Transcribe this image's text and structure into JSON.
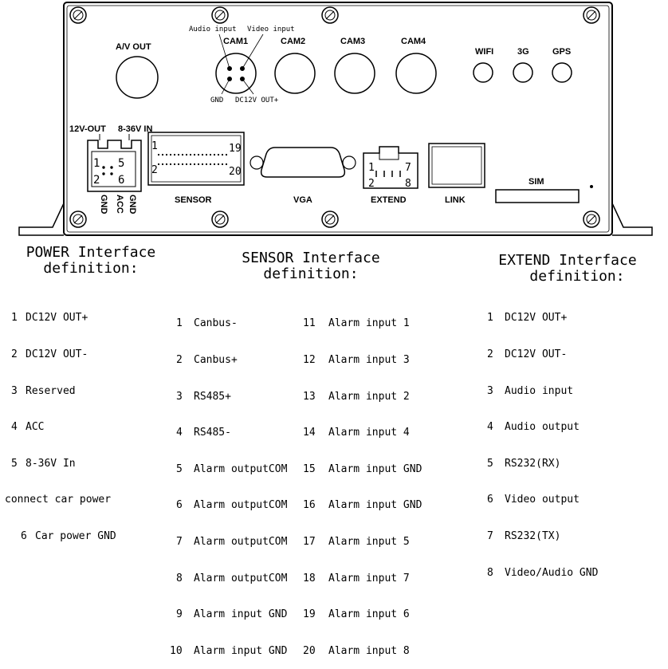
{
  "panel": {
    "av_out": "A/V OUT",
    "cam1": "CAM1",
    "cam2": "CAM2",
    "cam3": "CAM3",
    "cam4": "CAM4",
    "audio_input": "Audio input",
    "video_input": "Video input",
    "gnd": "GND",
    "dc12v_out": "DC12V OUT+",
    "wifi": "WIFI",
    "g3": "3G",
    "gps": "GPS",
    "out12v": "12V-OUT",
    "in836": "8-36V IN",
    "power_pin1": "1",
    "power_pin5": "5",
    "power_pin2": "2",
    "power_pin6": "6",
    "power_gnd_left": "GND",
    "power_acc": "ACC",
    "power_gnd_right": "GND",
    "sensor_pin1": "1",
    "sensor_pin19": "19",
    "sensor_pin2": "2",
    "sensor_pin20": "20",
    "sensor": "SENSOR",
    "vga": "VGA",
    "extend_pin1": "1",
    "extend_pin7": "7",
    "extend_pin2": "2",
    "extend_pin8": "8",
    "extend": "EXTEND",
    "link": "LINK",
    "sim": "SIM"
  },
  "power": {
    "title_line1": "POWER Interface",
    "title_line2": "definition:",
    "rows": [
      {
        "num": "1",
        "label": "DC12V OUT+"
      },
      {
        "num": "2",
        "label": "DC12V OUT-"
      },
      {
        "num": "3",
        "label": "Reserved"
      },
      {
        "num": "4",
        "label": "ACC"
      },
      {
        "num": "5",
        "label": "8-36V In"
      }
    ],
    "extra1": "connect car power",
    "extra2_num": "6",
    "extra2_label": "Car power GND"
  },
  "sensor_def": {
    "title_line1": "SENSOR Interface",
    "title_line2": "definition:",
    "left": [
      {
        "num": "1",
        "label": "Canbus-"
      },
      {
        "num": "2",
        "label": "Canbus+"
      },
      {
        "num": "3",
        "label": "RS485+"
      },
      {
        "num": "4",
        "label": "RS485-"
      },
      {
        "num": "5",
        "label": "Alarm outputCOM"
      },
      {
        "num": "6",
        "label": "Alarm outputCOM"
      },
      {
        "num": "7",
        "label": "Alarm outputCOM"
      },
      {
        "num": "8",
        "label": "Alarm outputCOM"
      },
      {
        "num": "9",
        "label": "Alarm input GND"
      },
      {
        "num": "10",
        "label": "Alarm input GND"
      }
    ],
    "right": [
      {
        "num": "11",
        "label": "Alarm input 1"
      },
      {
        "num": "12",
        "label": "Alarm input 3"
      },
      {
        "num": "13",
        "label": "Alarm input 2"
      },
      {
        "num": "14",
        "label": "Alarm input 4"
      },
      {
        "num": "15",
        "label": "Alarm input GND"
      },
      {
        "num": "16",
        "label": "Alarm input GND"
      },
      {
        "num": "17",
        "label": "Alarm input 5"
      },
      {
        "num": "18",
        "label": "Alarm input 7"
      },
      {
        "num": "19",
        "label": "Alarm input 6"
      },
      {
        "num": "20",
        "label": "Alarm input 8"
      }
    ]
  },
  "extend_def": {
    "title_line1": "EXTEND Interface",
    "title_line2": "definition:",
    "rows": [
      {
        "num": "1",
        "label": "DC12V OUT+"
      },
      {
        "num": "2",
        "label": "DC12V OUT-"
      },
      {
        "num": "3",
        "label": "Audio input"
      },
      {
        "num": "4",
        "label": "Audio output"
      },
      {
        "num": "5",
        "label": "RS232(RX)"
      },
      {
        "num": "6",
        "label": "Video output"
      },
      {
        "num": "7",
        "label": "RS232(TX)"
      },
      {
        "num": "8",
        "label": "Video/Audio GND"
      }
    ]
  }
}
